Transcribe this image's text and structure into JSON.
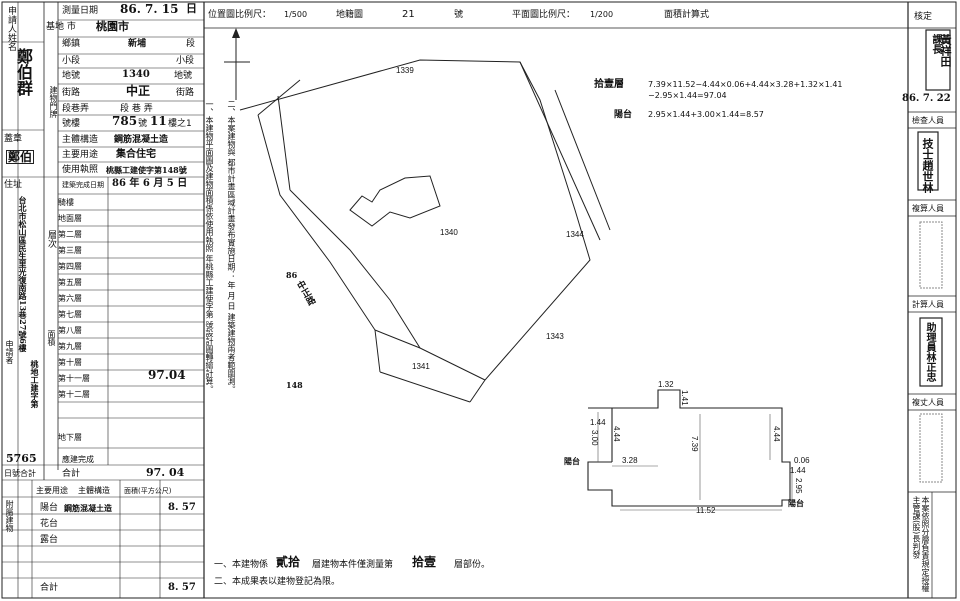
{
  "left_form": {
    "applicant_label": "申請人姓名",
    "applicant_name": "鄭伯群",
    "survey_date_label": "測量日期",
    "survey_date": "86. 7. 15",
    "survey_date_day_mark": "日",
    "base_city_label": "基地 市",
    "city": "桃園市",
    "district_label": "鄉鎮",
    "district": "新埔",
    "section_suffix": "段",
    "subsection_label": "小段",
    "subsection_suffix": "小段",
    "land_no_label": "地號",
    "land_no": "1340",
    "land_no_suffix": "地號",
    "building_gate_label": "建物門牌",
    "road_label": "街路",
    "road": "中正",
    "road_suffix": "街路",
    "lane_label": "段巷弄",
    "lane_value": "段 巷 弄",
    "house_no_label": "號樓",
    "house_no": "785",
    "house_no_mid": "號",
    "floor": "11",
    "floor_suffix": "樓之1",
    "structure_label": "主體構造",
    "structure_value": "鋼筋混凝土造",
    "use_label": "主要用途",
    "use_value": "集合住宅",
    "seal_label": "蓋章",
    "seal_text": "鄭伯",
    "permit_label": "使用執照",
    "permit_value": "桃縣工建使字第148號",
    "completion_label": "建築完成日期",
    "completion_date": "86 年 6 月 5 日",
    "address_label": "住址",
    "address_text": "台北市松山區民生里光復南路13巷27號6樓",
    "floors_header": "層次",
    "floors": [
      "騎樓",
      "地面層",
      "第二層",
      "第三層",
      "第四層",
      "第五層",
      "第六層",
      "第七層",
      "第八層",
      "第九層",
      "第十層",
      "第十一層",
      "第十二層"
    ],
    "floor_11_area": "97.04",
    "basement_label": "地下層",
    "applicant_agent_label": "申請者",
    "agent_note": "桃地工建字第",
    "prefix_label": "面積",
    "agent_number": "5765",
    "agent_note2": "應建完成",
    "total_label": "合計",
    "total_value": "97. 04",
    "annex_header": [
      "主要用途",
      "主體構造",
      "面積(平方公尺)"
    ],
    "annex_rows": [
      {
        "label": "陽台",
        "structure": "鋼筋混凝土造",
        "area": "8. 57"
      },
      {
        "label": "花台",
        "structure": "",
        "area": ""
      },
      {
        "label": "露台",
        "structure": "",
        "area": ""
      },
      {
        "label": "",
        "structure": "",
        "area": ""
      }
    ],
    "annex_total_label": "合計",
    "annex_total": "8. 57",
    "annex_side": "附屬建物",
    "date_item_label": "日號合計"
  },
  "top_header": {
    "location_scale_label": "位置圖比例尺：",
    "location_scale": "1/500",
    "map_sheet_label": "地籍圖",
    "map_sheet_no": "21",
    "map_sheet_suffix": "號",
    "plan_scale_label": "平面圖比例尺：",
    "plan_scale": "1/200",
    "area_calc_label": "面積計算式"
  },
  "site_plan": {
    "parcels": [
      "1339",
      "1340",
      "1344",
      "1343",
      "1341"
    ],
    "road_label": "中正路"
  },
  "area_calc": {
    "floor11_label": "拾壹層",
    "floor11_formula_1": "7.39×11.52−4.44×0.06+4.44×3.28+1.32×1.41",
    "floor11_formula_2": "−2.95×1.44=97.04",
    "balcony_label": "陽台",
    "balcony_formula": "2.95×1.44+3.00×1.44=8.57"
  },
  "floor_plan": {
    "dims": [
      "1.32",
      "1.41",
      "1.44",
      "3.00",
      "4.44",
      "3.28",
      "7.39",
      "4.44",
      "0.06",
      "1.44",
      "2.95",
      "11.52"
    ],
    "balcony_left": "陽台",
    "balcony_right": "陽台"
  },
  "center_notes": {
    "note1": "一、本建物平面圖及建物面積係依使用執照 年桃縣工建使字第 號設計圖轉繪計算。",
    "note2": "二、本案建物與 都市計畫區域計畫發布實施日期： 年 月 日 建築建物兩者範圍測。",
    "permit_no": "148",
    "year": "86"
  },
  "footer_notes": {
    "line1_pre": "一、本建物係",
    "line1_total": "貳拾",
    "line1_mid": "層建物本件僅測量第",
    "line1_floor": "拾壹",
    "line1_post": "層部份。",
    "line2": "二、本成果表以建物登記為限。"
  },
  "right_column": {
    "approve_label": "核定",
    "approver_title": "課長",
    "approver_name": "黃祥田",
    "approve_date": "86. 7. 22",
    "inspector_label": "檢查人員",
    "inspector": "技士趙世林",
    "drafter_label": "複算人員",
    "calc_label": "計算人員",
    "calc_name": "助理員林正忠",
    "surveyor_label": "複丈人員",
    "bottom_note": "本案依照分層負責規定授權主管課(股)長判發"
  }
}
